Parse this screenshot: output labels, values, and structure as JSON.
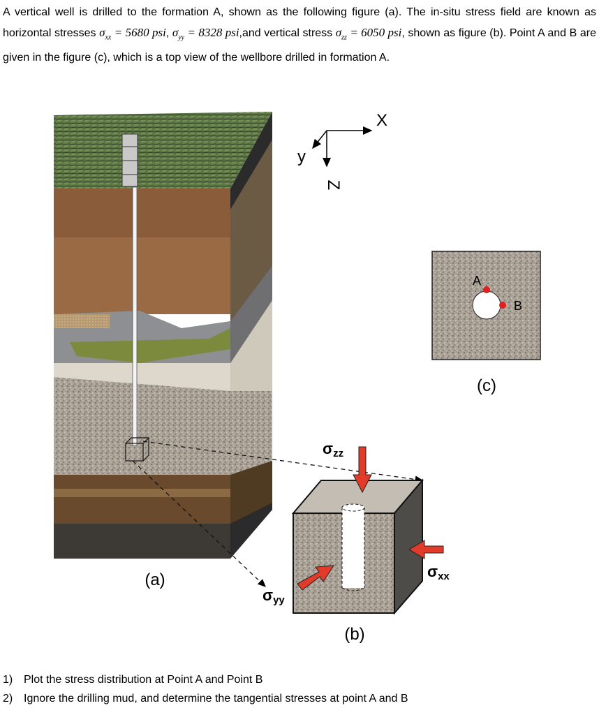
{
  "intro": {
    "part1": "A vertical well is drilled to the formation A, shown as the following figure (a). The in-situ stress field are known as horizontal stresses",
    "sxx_sym": "σ",
    "sxx_sub": "xx",
    "sxx_val": " = 5680 psi",
    "sep1": ", ",
    "syy_sym": "σ",
    "syy_sub": "yy",
    "syy_val": " = 8328 psi",
    "part2": ",and vertical stress",
    "szz_sym": "σ",
    "szz_sub": "zz",
    "szz_val": " = 6050 psi",
    "part3": ", shown as figure (b). Point A and B are given in the figure (c), which is a top view of the wellbore drilled in formation A."
  },
  "axes": {
    "x": "X",
    "y": "y",
    "z": "Z"
  },
  "figure_a": {
    "caption": "(a)"
  },
  "figure_b": {
    "caption": "(b)",
    "szz_sym": "σ",
    "szz_sub": "zz",
    "sxx_sym": "σ",
    "sxx_sub": "xx",
    "syy_sym": "σ",
    "syy_sub": "yy"
  },
  "figure_c": {
    "caption": "(c)",
    "point_a": "A",
    "point_b": "B"
  },
  "colors": {
    "arrow": "#e23b2a",
    "rock": "#a79f95",
    "point": "#e02020"
  },
  "questions": [
    {
      "num": "1)",
      "text": "Plot the stress distribution at Point A and Point B"
    },
    {
      "num": "2)",
      "text": "Ignore the drilling mud, and determine the tangential stresses at point A and B"
    }
  ]
}
